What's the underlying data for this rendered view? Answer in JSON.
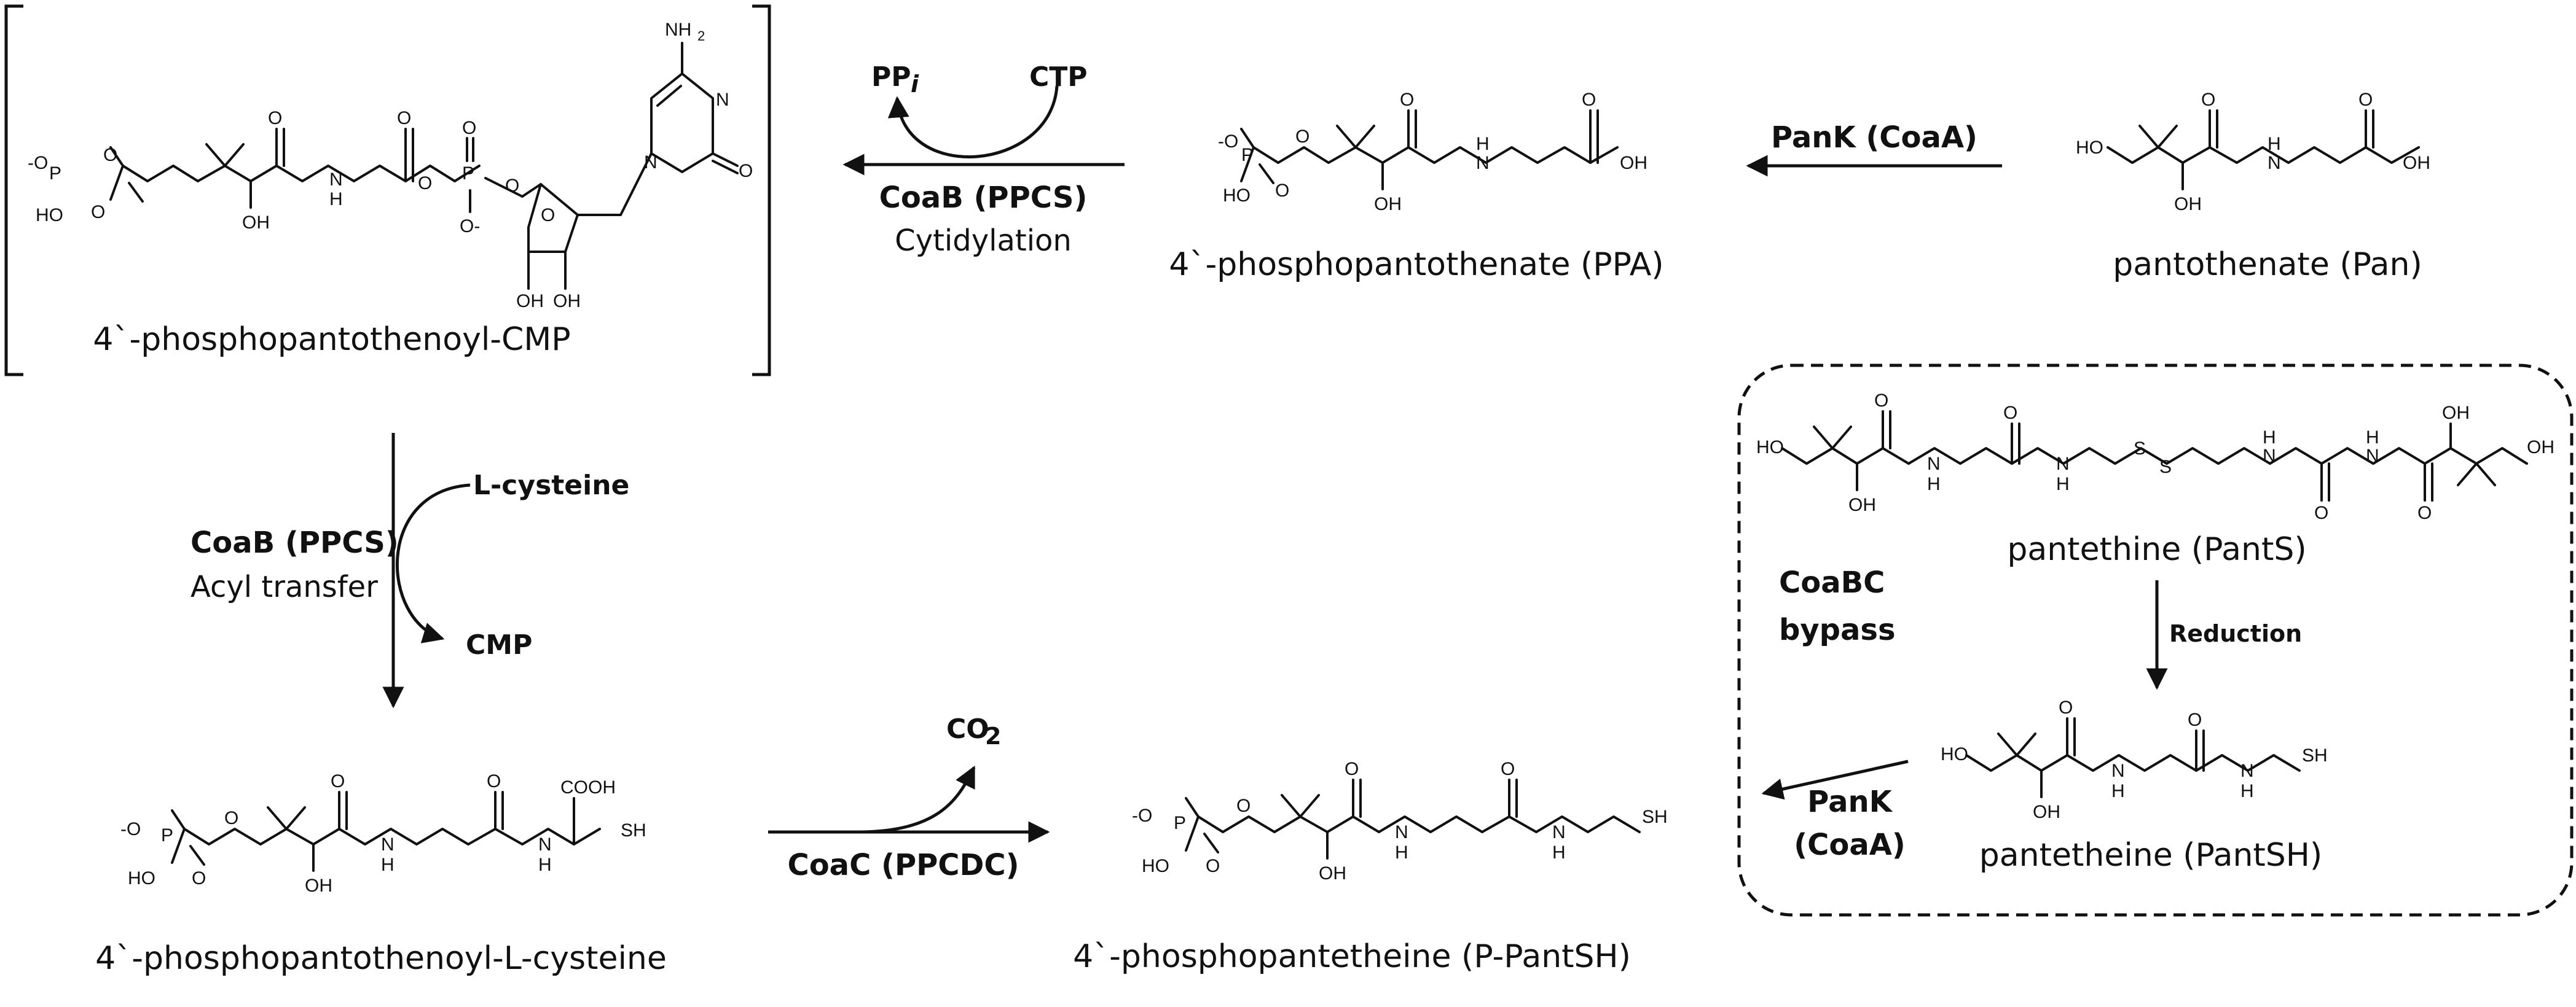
{
  "compounds": {
    "pan": "pantothenate (Pan)",
    "ppa": "4`-phosphopantothenate (PPA)",
    "ppcmp": "4`-phosphopantothenoyl-CMP",
    "ppc": "4`-phosphopantothenoyl-L-cysteine",
    "ppantsh": "4`-phosphopantetheine (P-PantSH)",
    "pants": "pantethine (PantS)",
    "pantsh": "pantetheine (PantSH)"
  },
  "enzymes": {
    "pank_top": "PanK (CoaA)",
    "coab_cyt": "CoaB (PPCS)",
    "coab_acyl": "CoaB (PPCS)",
    "coac": "CoaC (PPCDC)",
    "pank_bypass_1": "PanK",
    "pank_bypass_2": "(CoaA)"
  },
  "reactions": {
    "cytidylation": "Cytidylation",
    "acyl_transfer": "Acyl transfer",
    "reduction": "Reduction"
  },
  "substrates": {
    "ctp": "CTP",
    "ppi": "PP",
    "ppi_sub": "i",
    "lcys": "L-cysteine",
    "cmp": "CMP",
    "co2": "CO",
    "co2_sub": "2"
  },
  "bypass": {
    "line1": "CoaBC",
    "line2": "bypass"
  },
  "atoms": {
    "o_minus": "-O",
    "p": "P",
    "o": "O",
    "oh": "OH",
    "ho": "HO",
    "o_neg": "O-",
    "n": "N",
    "h": "H",
    "nh2": "NH",
    "nh2_sub": "2",
    "s": "S",
    "sh": "SH",
    "cooh": "COOH"
  }
}
